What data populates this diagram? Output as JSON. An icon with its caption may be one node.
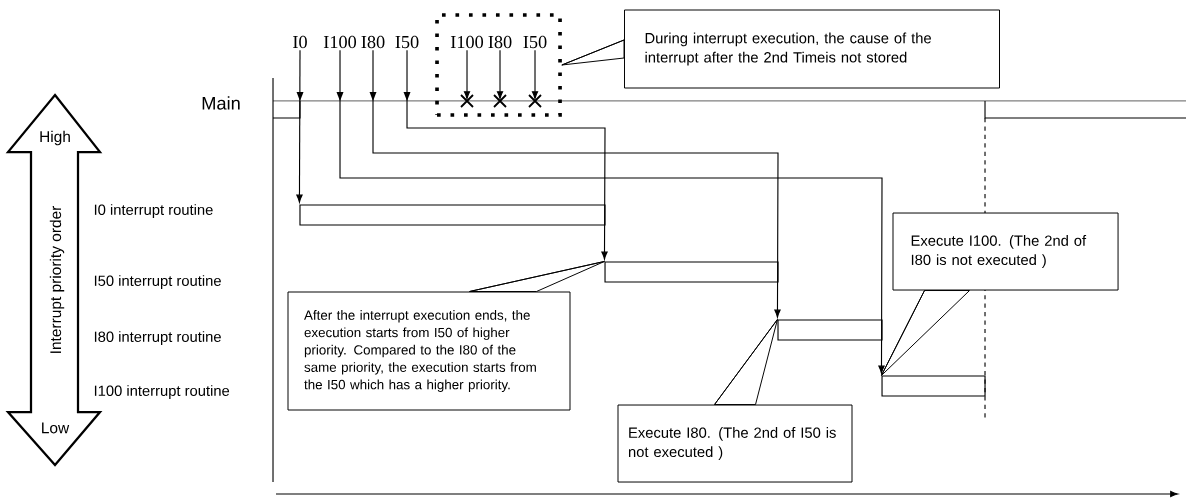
{
  "diagram": {
    "nodes": [
      {
        "text": [
          "I0"
        ]
      },
      {
        "text": [
          "I100"
        ]
      },
      {
        "text": [
          "I80"
        ]
      },
      {
        "text": [
          "I50"
        ]
      },
      {
        "text": [],
        "shape": "box"
      },
      {
        "text": [
          "I100"
        ],
        "in": 4
      },
      {
        "text": [
          "I80"
        ],
        "in": 4
      },
      {
        "text": [
          "I50"
        ],
        "in": 4
      },
      {
        "text": [
          "During interrupt execution, the cause of the interrupt after the 2nd Timeis not stored"
        ]
      },
      {
        "text": [],
        "shape": "bar"
      },
      {
        "text": [],
        "shape": "bar"
      },
      {
        "text": [],
        "shape": "bar"
      },
      {
        "text": [],
        "shape": "bar"
      },
      {
        "text": [
          "Execute I100. (The 2nd of I80 is not executed )"
        ]
      },
      {
        "text": [
          "After the interrupt execution ends, the execution starts from I50 of higher priority. Compared to the I80 of the same priority, the execution starts from the I50 which has a higher priority."
        ]
      },
      {
        "text": [
          "Execute I80. (The 2nd of I50 is not executed )"
        ]
      }
    ],
    "edges": [
      {
        "from": 0,
        "to": 9,
        "arrow": "to"
      },
      {
        "from": 1,
        "to": 12,
        "arrow": "to"
      },
      {
        "from": 2,
        "to": 11,
        "arrow": "to"
      },
      {
        "from": 3,
        "to": 10,
        "arrow": "to"
      },
      {
        "from": 5,
        "to": null,
        "arrow": "to"
      },
      {
        "from": 6,
        "to": null,
        "arrow": "to"
      },
      {
        "from": 7,
        "to": null,
        "arrow": "to"
      },
      {
        "from": 8,
        "to": 4,
        "arrow": "none"
      },
      {
        "from": 13,
        "to": 12,
        "arrow": "none"
      },
      {
        "from": 14,
        "to": 10,
        "arrow": "none"
      },
      {
        "from": 15,
        "to": 11,
        "arrow": "none"
      }
    ],
    "labels": [
      "Main",
      "High",
      "Interrupt   priority order",
      "I0 interrupt routine",
      "I50 interrupt routine",
      "I80 interrupt routine",
      "I100 interrupt routine",
      "Low"
    ]
  }
}
